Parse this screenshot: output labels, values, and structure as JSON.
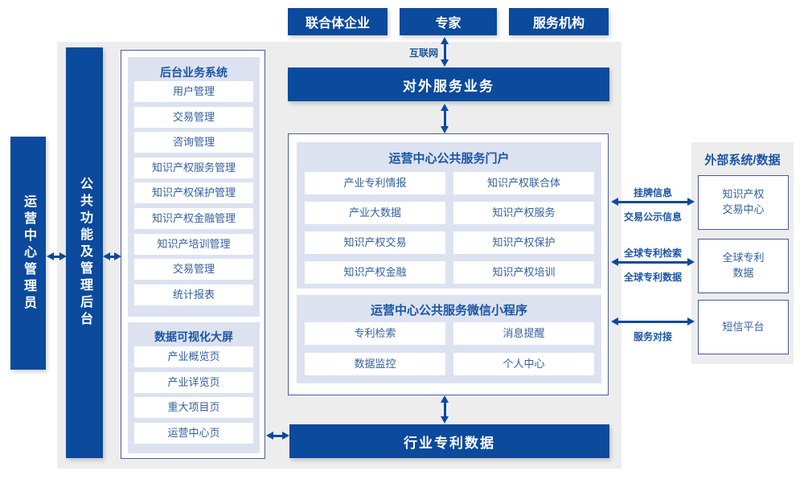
{
  "colors": {
    "primary_blue": "#0b4a9c",
    "panel_lavender": "#dde2f1",
    "background_gray": "#ededee",
    "text_blue": "#1a55a6"
  },
  "top": {
    "actors": [
      "联合体企业",
      "专家",
      "服务机构"
    ],
    "internet_label": "互联网",
    "external_bar": "对外服务业务"
  },
  "left": {
    "admin_label": "运营中心管理员",
    "backend_bar_label": "公共功能及管理后台",
    "backend": {
      "title": "后台业务系统",
      "items": [
        "用户管理",
        "交易管理",
        "咨询管理",
        "知识产权服务管理",
        "知识产权保护管理",
        "知识产权金融管理",
        "知识产培训管理",
        "交易管理",
        "统计报表"
      ]
    },
    "dataviz": {
      "title": "数据可视化大屏",
      "items": [
        "产业概览页",
        "产业详览页",
        "重大项目页",
        "运营中心页"
      ]
    }
  },
  "center": {
    "portal": {
      "title": "运营中心公共服务门户",
      "items": [
        "产业专利情报",
        "知识产权联合体",
        "产业大数据",
        "知识产权服务",
        "知识产权交易",
        "知识产权保护",
        "知识产权金融",
        "知识产权培训"
      ]
    },
    "mini": {
      "title": "运营中心公共服务微信小程序",
      "items": [
        "专利检索",
        "消息提醒",
        "数据监控",
        "个人中心"
      ]
    },
    "patent_bar": "行业专利数据"
  },
  "right": {
    "title": "外部系统/数据",
    "systems": [
      {
        "line1": "知识产权",
        "line2": "交易中心"
      },
      {
        "line1": "全球专利",
        "line2": "数据"
      },
      {
        "line1": "短信平台",
        "line2": ""
      }
    ]
  },
  "links": {
    "listing": "挂牌信息",
    "publicity": "交易公示信息",
    "global_search": "全球专利检索",
    "global_data": "全球专利数据",
    "service": "服务对接"
  }
}
